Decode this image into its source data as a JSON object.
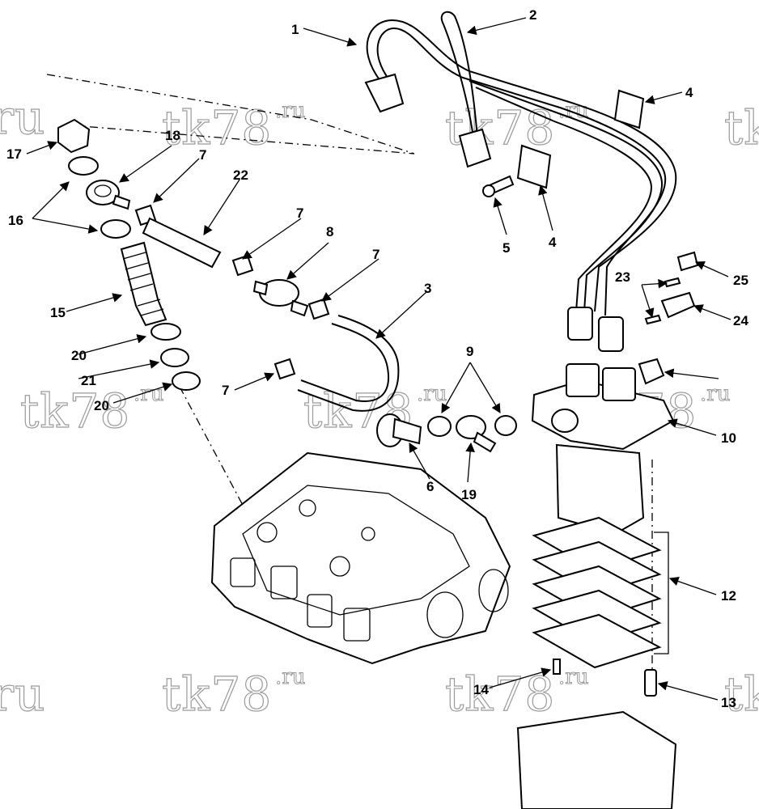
{
  "diagram": {
    "watermark_text": "tk78",
    "watermark_suffix": ".ru",
    "callouts": [
      {
        "id": "c1",
        "label": "1"
      },
      {
        "id": "c2",
        "label": "2"
      },
      {
        "id": "c3",
        "label": "3"
      },
      {
        "id": "c4a",
        "label": "4"
      },
      {
        "id": "c4b",
        "label": "4"
      },
      {
        "id": "c5",
        "label": "5"
      },
      {
        "id": "c6",
        "label": "6"
      },
      {
        "id": "c7a",
        "label": "7"
      },
      {
        "id": "c7b",
        "label": "7"
      },
      {
        "id": "c7c",
        "label": "7"
      },
      {
        "id": "c7d",
        "label": "7"
      },
      {
        "id": "c8",
        "label": "8"
      },
      {
        "id": "c9",
        "label": "9"
      },
      {
        "id": "c10",
        "label": "10"
      },
      {
        "id": "c12",
        "label": "12"
      },
      {
        "id": "c13",
        "label": "13"
      },
      {
        "id": "c14",
        "label": "14"
      },
      {
        "id": "c15",
        "label": "15"
      },
      {
        "id": "c16",
        "label": "16"
      },
      {
        "id": "c17",
        "label": "17"
      },
      {
        "id": "c18",
        "label": "18"
      },
      {
        "id": "c19",
        "label": "19"
      },
      {
        "id": "c20a",
        "label": "20"
      },
      {
        "id": "c20b",
        "label": "20"
      },
      {
        "id": "c21",
        "label": "21"
      },
      {
        "id": "c22",
        "label": "22"
      },
      {
        "id": "c23",
        "label": "23"
      },
      {
        "id": "c24",
        "label": "24"
      },
      {
        "id": "c25",
        "label": "25"
      }
    ]
  }
}
